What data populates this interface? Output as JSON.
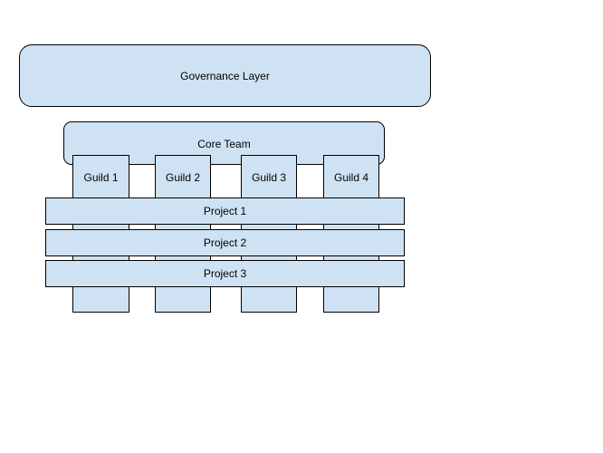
{
  "diagram": {
    "governance": {
      "label": "Governance Layer"
    },
    "core_team": {
      "label": "Core Team"
    },
    "guilds": [
      {
        "label": "Guild 1"
      },
      {
        "label": "Guild 2"
      },
      {
        "label": "Guild 3"
      },
      {
        "label": "Guild 4"
      }
    ],
    "projects": [
      {
        "label": "Project 1"
      },
      {
        "label": "Project 2"
      },
      {
        "label": "Project 3"
      }
    ]
  },
  "colors": {
    "box_fill": "#cfe2f3",
    "box_stroke": "#000000",
    "text": "#000000"
  }
}
